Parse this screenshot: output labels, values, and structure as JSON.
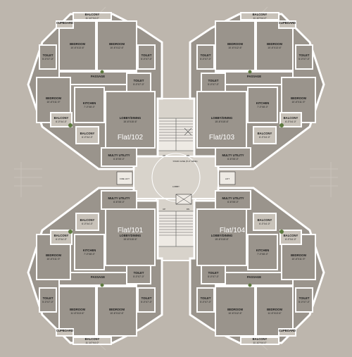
{
  "colors": {
    "background": "#bdb6ad",
    "floor": "#9a948c",
    "wall": "#ffffff",
    "balcony": "#c8c2b9",
    "core": "#d8d3cb",
    "plant": "#5d7a3f"
  },
  "flats": [
    {
      "id": "Flat/102",
      "name": "Flat/102",
      "rooms": {
        "bedroom_a": {
          "label": "BEDROOM",
          "dim": "10'-6\"X13'-6\""
        },
        "bedroom_b": {
          "label": "BEDROOM",
          "dim": "10'-6\"X12'-6\""
        },
        "bedroom_c": {
          "label": "BEDROOM",
          "dim": "10'-6\"X11'-9\""
        },
        "toilet_a": {
          "label": "TOILET",
          "dim": "5'-0\"X7'-0\""
        },
        "toilet_b": {
          "label": "TOILET",
          "dim": "5'-0\"X7'-0\""
        },
        "toilet_c": {
          "label": "TOILET",
          "dim": "5'-0\"X7'-0\""
        },
        "balcony_top": {
          "label": "BALCONY",
          "dim": "11'-10\"X4'-0\""
        },
        "balcony_left": {
          "label": "BALCONY",
          "dim": "6'-0\"X4'-0\""
        },
        "balcony_right": {
          "label": "BALCONY",
          "dim": "6'-0\"X4'-0\""
        },
        "passage": {
          "label": "PASSAGE"
        },
        "kitchen": {
          "label": "KITCHEN",
          "dim": "7'-0\"X8'-0\""
        },
        "lobby": {
          "label": "LOBBY/DINING",
          "dim": "15'-6\"X15'-6\""
        },
        "utility": {
          "label": "MULTY UTILITY",
          "dim": "6'-6\"X5'-0\""
        },
        "cupboard": {
          "label": "CUPBOARD"
        }
      }
    },
    {
      "id": "Flat/103",
      "name": "Flat/103",
      "rooms": {
        "bedroom_a": {
          "label": "BEDROOM",
          "dim": "10'-6\"X13'-6\""
        },
        "bedroom_b": {
          "label": "BEDROOM",
          "dim": "10'-6\"X12'-6\""
        },
        "bedroom_c": {
          "label": "BEDROOM",
          "dim": "10'-6\"X11'-9\""
        },
        "toilet_a": {
          "label": "TOILET",
          "dim": "5'-0\"X7'-0\""
        },
        "toilet_b": {
          "label": "TOILET",
          "dim": "5'-0\"X7'-0\""
        },
        "toilet_c": {
          "label": "TOILET",
          "dim": "5'-0\"X7'-0\""
        },
        "balcony_top": {
          "label": "BALCONY",
          "dim": "11'-10\"X4'-0\""
        },
        "balcony_left": {
          "label": "BALCONY",
          "dim": "6'-0\"X4'-0\""
        },
        "balcony_right": {
          "label": "BALCONY",
          "dim": "6'-0\"X4'-0\""
        },
        "passage": {
          "label": "PASSAGE"
        },
        "kitchen": {
          "label": "KITCHEN",
          "dim": "7'-0\"X8'-0\""
        },
        "lobby": {
          "label": "LOBBY/DINING",
          "dim": "15'-6\"X15'-6\""
        },
        "utility": {
          "label": "MULTY UTILITY",
          "dim": "6'-6\"X5'-0\""
        },
        "cupboard": {
          "label": "CUPBOARD"
        }
      }
    },
    {
      "id": "Flat/101",
      "name": "Flat/101",
      "rooms": {
        "bedroom_a": {
          "label": "BEDROOM",
          "dim": "11'-6\"X13'-6\""
        },
        "bedroom_b": {
          "label": "BEDROOM",
          "dim": "10'-6\"X12'-6\""
        },
        "bedroom_c": {
          "label": "BEDROOM",
          "dim": "10'-6\"X11'-9\""
        },
        "toilet_a": {
          "label": "TOILET",
          "dim": "5'-0\"X7'-0\""
        },
        "toilet_b": {
          "label": "TOILET",
          "dim": "5'-0\"X7'-0\""
        },
        "toilet_c": {
          "label": "TOILET",
          "dim": "5'-0\"X7'-0\""
        },
        "balcony_top": {
          "label": "BALCONY",
          "dim": "11'-10\"X4'-0\""
        },
        "balcony_left": {
          "label": "BALCONY",
          "dim": "6'-0\"X4'-0\""
        },
        "balcony_right": {
          "label": "BALCONY",
          "dim": "6'-0\"X4'-0\""
        },
        "passage": {
          "label": "PASSAGE"
        },
        "kitchen": {
          "label": "KITCHEN",
          "dim": "7'-0\"X8'-0\""
        },
        "lobby": {
          "label": "LOBBY/DINING",
          "dim": "15'-6\"X15'-6\""
        },
        "utility": {
          "label": "MULTY UTILITY",
          "dim": "6'-6\"X5'-0\""
        },
        "cupboard": {
          "label": "CUPBOARD"
        }
      }
    },
    {
      "id": "Flat/104",
      "name": "Flat/104",
      "rooms": {
        "bedroom_a": {
          "label": "BEDROOM",
          "dim": "11'-6\"X13'-6\""
        },
        "bedroom_b": {
          "label": "BEDROOM",
          "dim": "10'-6\"X12'-6\""
        },
        "bedroom_c": {
          "label": "BEDROOM",
          "dim": "10'-6\"X11'-9\""
        },
        "toilet_a": {
          "label": "TOILET",
          "dim": "5'-0\"X7'-0\""
        },
        "toilet_b": {
          "label": "TOILET",
          "dim": "5'-0\"X7'-0\""
        },
        "toilet_c": {
          "label": "TOILET",
          "dim": "5'-0\"X7'-0\""
        },
        "balcony_top": {
          "label": "BALCONY",
          "dim": "11'-10\"X4'-0\""
        },
        "balcony_left": {
          "label": "BALCONY",
          "dim": "6'-0\"X4'-0\""
        },
        "balcony_right": {
          "label": "BALCONY",
          "dim": "6'-0\"X4'-0\""
        },
        "passage": {
          "label": "PASSAGE"
        },
        "kitchen": {
          "label": "KITCHEN",
          "dim": "7'-0\"X8'-0\""
        },
        "lobby": {
          "label": "LOBBY/DINING",
          "dim": "15'-6\"X15'-6\""
        },
        "utility": {
          "label": "MULTY UTILITY",
          "dim": "6'-6\"X5'-0\""
        },
        "cupboard": {
          "label": "CUPBOARD"
        }
      }
    }
  ],
  "core": {
    "lobby": "LOBBY",
    "fire_lift": "FIRE LIFT",
    "lift": "LIFT",
    "up": "UP",
    "dn": "DN",
    "stair_note": "STAIR CASE (5'-0\" WIDE)"
  }
}
